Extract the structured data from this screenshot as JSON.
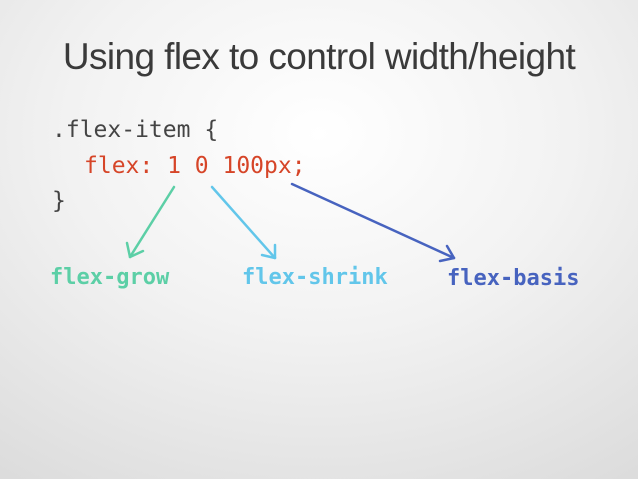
{
  "slide": {
    "title": "Using flex to control width/height",
    "code": {
      "line1": ".flex-item {",
      "line2": "flex: 1 0 100px;",
      "line3": "}"
    },
    "labels": {
      "grow": "flex-grow",
      "shrink": "flex-shrink",
      "basis": "flex-basis"
    },
    "colors": {
      "title": "#3a3a3a",
      "code_default": "#444444",
      "code_property": "#d64528",
      "grow": "#5ccfa6",
      "shrink": "#62c6ea",
      "basis": "#4763bf"
    }
  }
}
